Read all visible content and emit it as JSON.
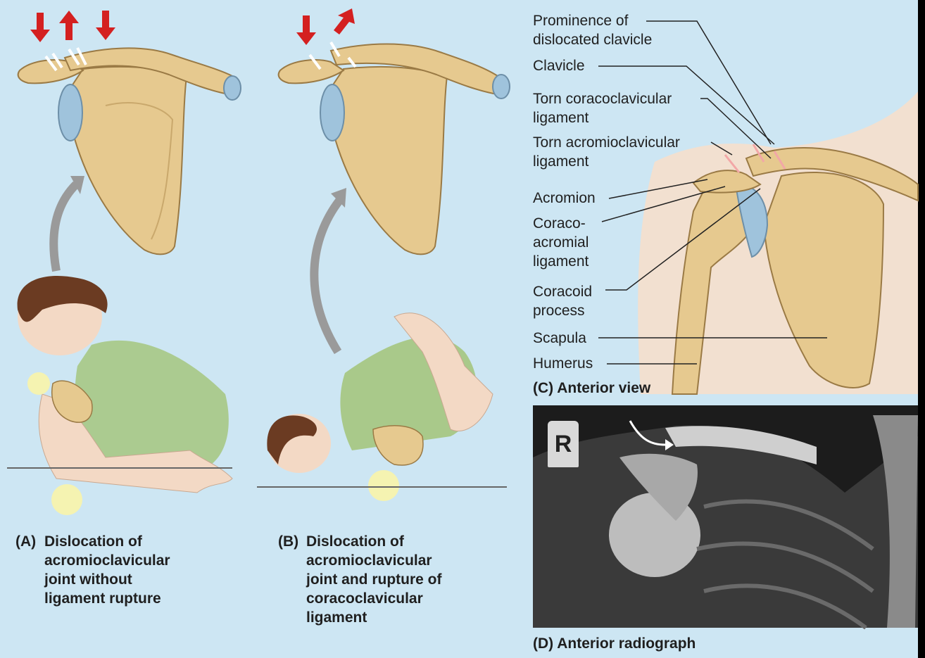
{
  "colors": {
    "background_panel": "#cde6f3",
    "bone": "#e6c98f",
    "bone_outline": "#9a7a45",
    "cartilage": "#9fc3dc",
    "arrow_red": "#d42020",
    "arrow_gray": "#9a9a9a",
    "shirt": "#a9c98a",
    "skin": "#f3d9c5",
    "hair": "#6b3b22",
    "xray_bg": "#1c1c1c"
  },
  "labels": {
    "prominence": "Prominence of\ndislocated clavicle",
    "clavicle": "Clavicle",
    "torn_coracoclavicular": "Torn coracoclavicular\nligament",
    "torn_acromioclavicular": "Torn acromioclavicular\nligament",
    "acromion": "Acromion",
    "coracoacromial": "Coraco-\nacromial\nligament",
    "coracoid": "Coracoid\nprocess",
    "scapula": "Scapula",
    "humerus": "Humerus"
  },
  "captions": {
    "a_letter": "(A)",
    "a_text": "Dislocation of\nacromioclavicular\njoint without\nligament rupture",
    "b_letter": "(B)",
    "b_text": "Dislocation of\nacromioclavicular\njoint and rupture of\ncoracoclavicular\nligament",
    "c": "(C) Anterior view",
    "d": "(D) Anterior radiograph"
  },
  "radiograph_marker": "R",
  "icons": [
    "down-arrow-icon",
    "up-arrow-icon",
    "curved-arrow-icon",
    "pointer-arrow-icon"
  ]
}
